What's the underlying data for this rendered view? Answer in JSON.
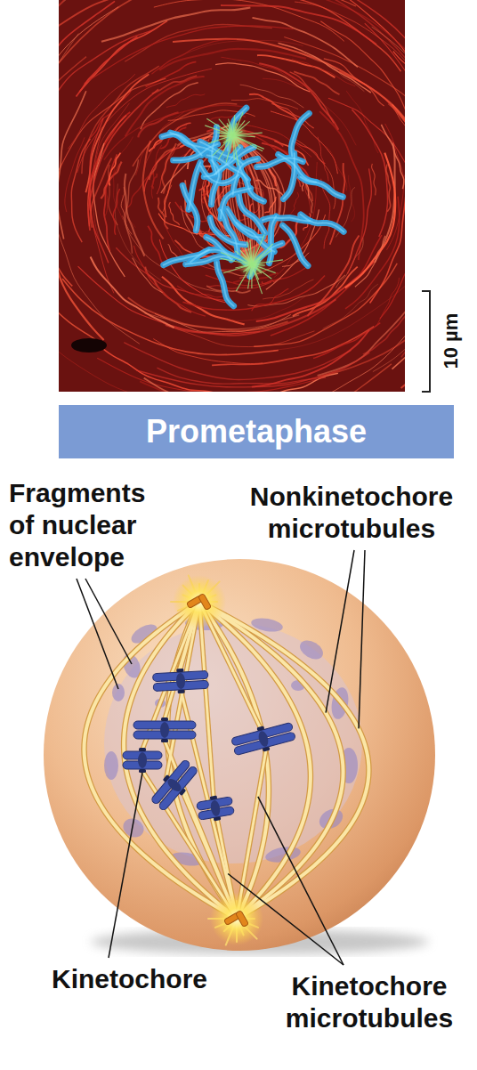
{
  "diagram": {
    "nodes": [
      {
        "text": [
          "Prometaphase"
        ]
      }
    ],
    "labels": [
      "10 µm",
      "Fragments of nuclear envelope",
      "Nonkinetochore microtubules",
      "Kinetochore",
      "Kinetochore microtubules"
    ]
  }
}
